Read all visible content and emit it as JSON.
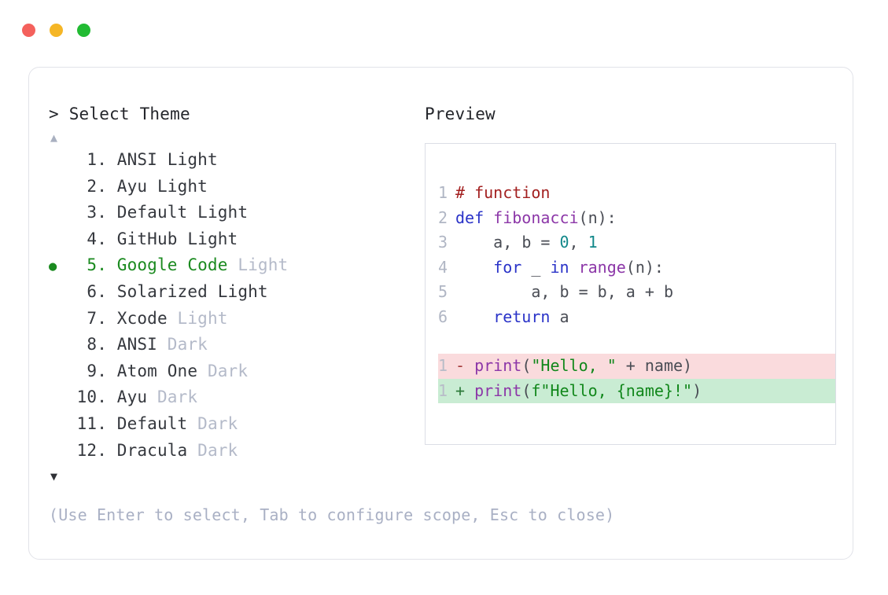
{
  "window": {
    "controls": [
      {
        "name": "close",
        "color": "#f4615c"
      },
      {
        "name": "minimize",
        "color": "#f5b626"
      },
      {
        "name": "maximize",
        "color": "#22bb33"
      }
    ]
  },
  "picker": {
    "prompt_caret": ">",
    "prompt_label": "Select Theme",
    "scroll_up_glyph": "▲",
    "scroll_down_glyph": "▼",
    "scroll_up_active": false,
    "scroll_down_active": true,
    "selected_bullet": "●",
    "selected_index": 5,
    "selected_color": "#1a8a1f",
    "items": [
      {
        "index": " 1.",
        "name": "ANSI",
        "variant": " Light",
        "variant_muted": false,
        "selected": false
      },
      {
        "index": " 2.",
        "name": "Ayu",
        "variant": " Light",
        "variant_muted": false,
        "selected": false
      },
      {
        "index": " 3.",
        "name": "Default",
        "variant": " Light",
        "variant_muted": false,
        "selected": false
      },
      {
        "index": " 4.",
        "name": "GitHub",
        "variant": " Light",
        "variant_muted": false,
        "selected": false
      },
      {
        "index": " 5.",
        "name": "Google Code",
        "variant": " Light",
        "variant_muted": true,
        "selected": true
      },
      {
        "index": " 6.",
        "name": "Solarized",
        "variant": " Light",
        "variant_muted": false,
        "selected": false
      },
      {
        "index": " 7.",
        "name": "Xcode",
        "variant": " Light",
        "variant_muted": true,
        "selected": false
      },
      {
        "index": " 8.",
        "name": "ANSI",
        "variant": " Dark",
        "variant_muted": true,
        "selected": false
      },
      {
        "index": " 9.",
        "name": "Atom One",
        "variant": " Dark",
        "variant_muted": true,
        "selected": false
      },
      {
        "index": "10.",
        "name": "Ayu",
        "variant": " Dark",
        "variant_muted": true,
        "selected": false
      },
      {
        "index": "11.",
        "name": "Default",
        "variant": " Dark",
        "variant_muted": true,
        "selected": false
      },
      {
        "index": "12.",
        "name": "Dracula",
        "variant": " Dark",
        "variant_muted": true,
        "selected": false
      }
    ],
    "hint": "(Use Enter to select, Tab to configure scope, Esc to close)"
  },
  "preview": {
    "label": "Preview",
    "code_lines": [
      {
        "ln": "1",
        "text": "# function"
      },
      {
        "ln": "2",
        "text": "def fibonacci(n):"
      },
      {
        "ln": "3",
        "text": "    a, b = 0, 1"
      },
      {
        "ln": "4",
        "text": "    for _ in range(n):"
      },
      {
        "ln": "5",
        "text": "        a, b = b, a + b"
      },
      {
        "ln": "6",
        "text": "    return a"
      }
    ],
    "diff_lines": [
      {
        "ln": "1",
        "sign": "-",
        "text": "print(\"Hello, \" + name)",
        "kind": "deletion"
      },
      {
        "ln": "1",
        "sign": "+",
        "text": "print(f\"Hello, {name}!\")",
        "kind": "addition"
      }
    ],
    "tokens": {
      "comment": "# function",
      "keywords": [
        "def",
        "for",
        "in",
        "return"
      ],
      "function_names": [
        "fibonacci",
        "range",
        "print"
      ],
      "numbers": [
        "0",
        "1"
      ],
      "strings": [
        "\"Hello, \"",
        "f\"Hello, {name}!\""
      ]
    },
    "colors": {
      "comment": "#a32020",
      "keyword": "#2a33c8",
      "function": "#8c37a8",
      "number": "#12888a",
      "string": "#11871b",
      "plain": "#4a4d55",
      "line_number": "#b0b6c4",
      "diff_delete_bg": "#fadbdd",
      "diff_add_bg": "#c9ecd3"
    }
  }
}
